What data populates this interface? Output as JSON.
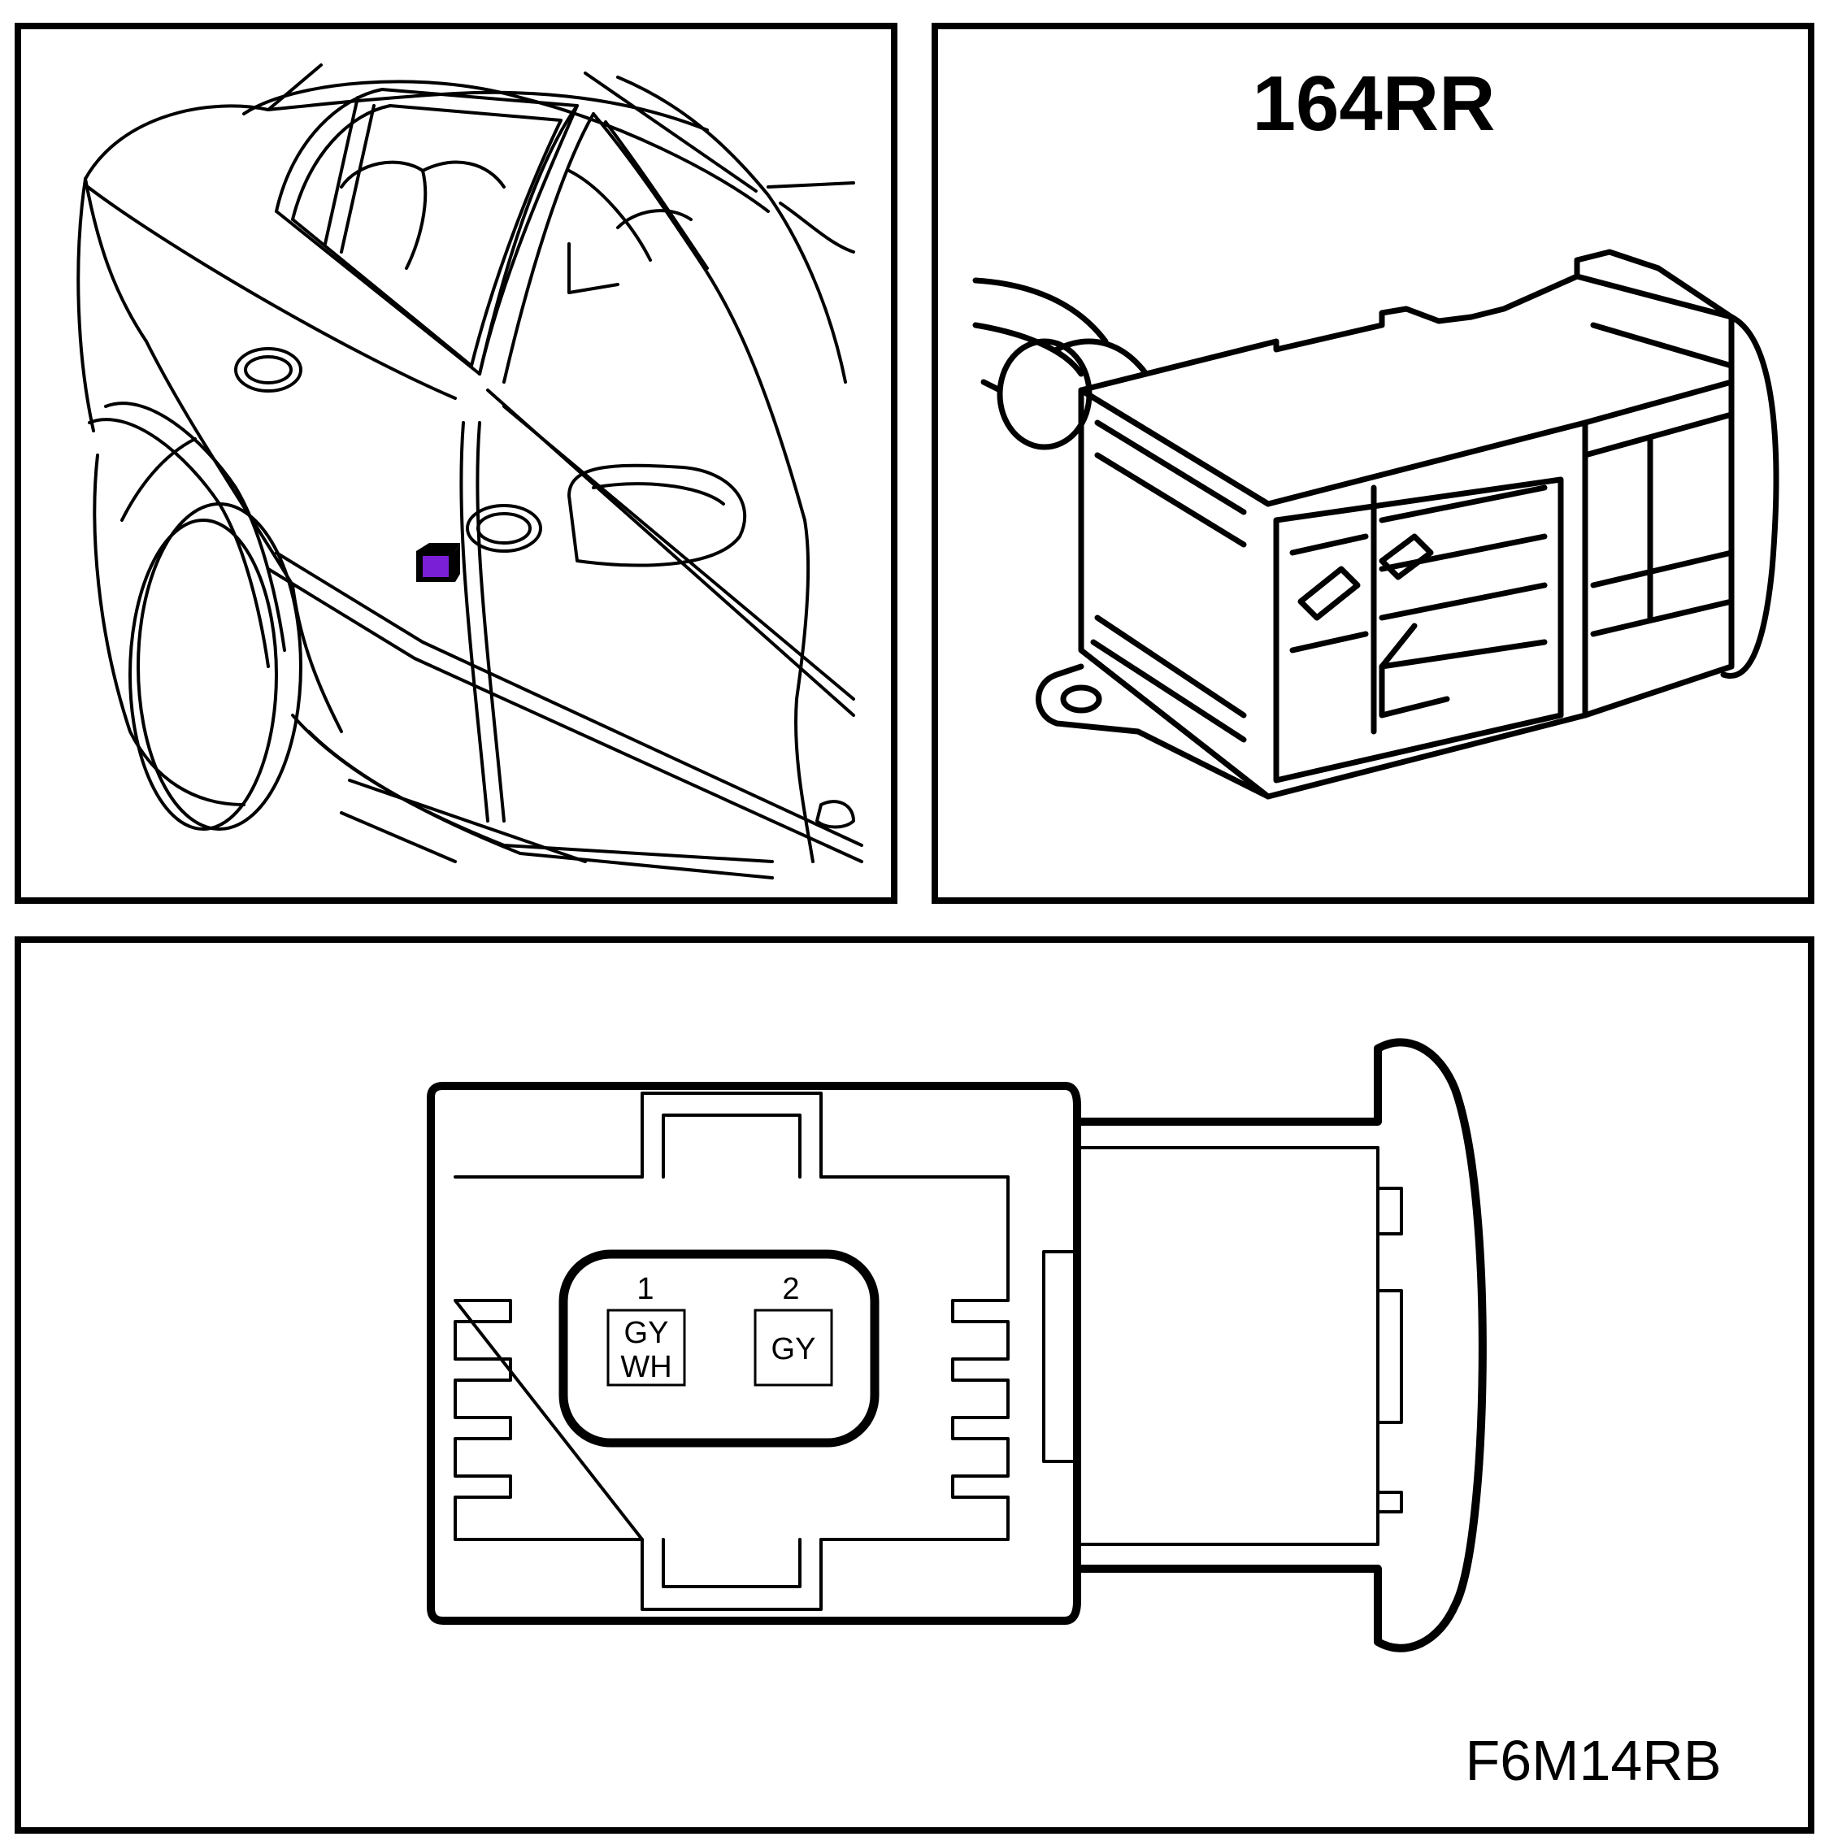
{
  "connector": {
    "id": "164RR",
    "figure_code": "F6M14RB",
    "location_marker_color": "#7a1fd6",
    "pins": [
      {
        "number": "1",
        "wire_color_line1": "GY",
        "wire_color_line2": "WH"
      },
      {
        "number": "2",
        "wire_color_line1": "GY",
        "wire_color_line2": ""
      }
    ]
  }
}
